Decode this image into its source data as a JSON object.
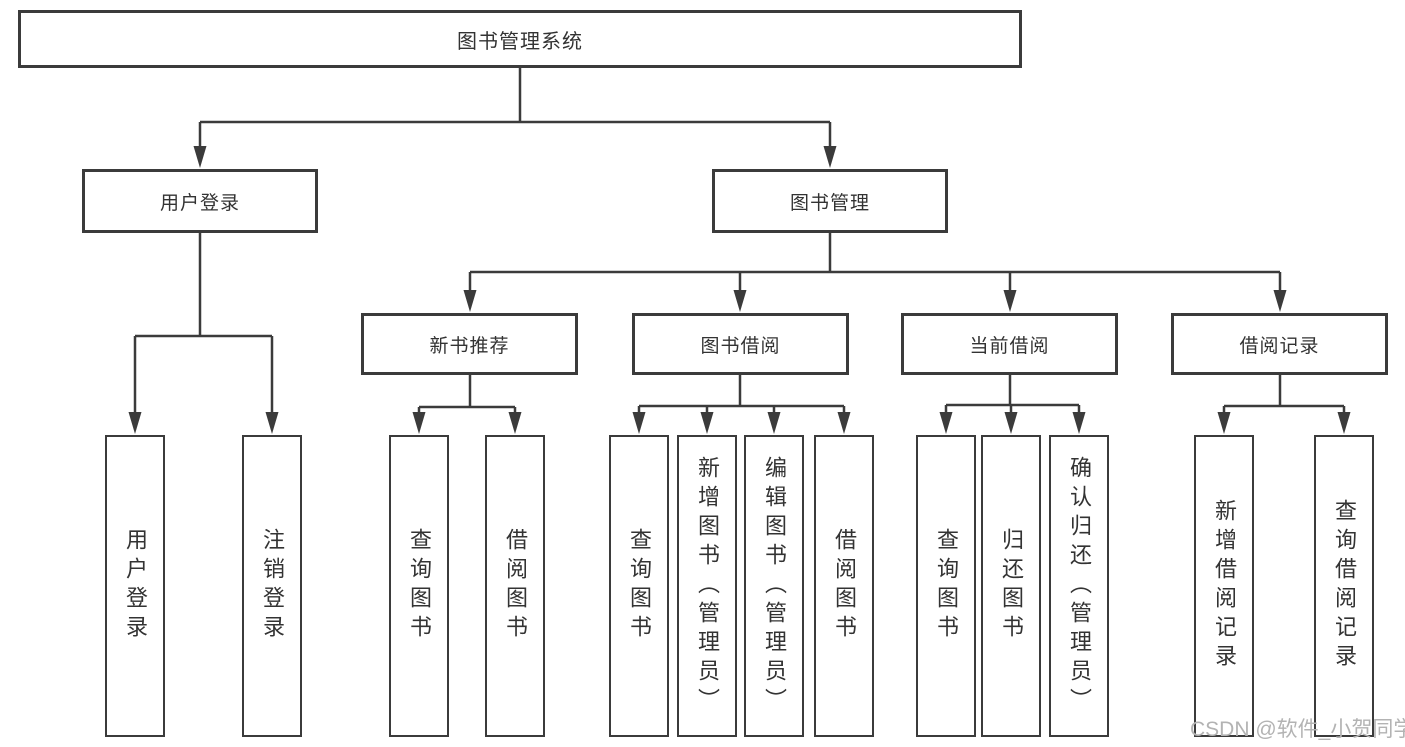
{
  "diagram": {
    "root": {
      "label": "图书管理系统"
    },
    "branches": [
      {
        "label": "用户登录"
      },
      {
        "label": "图书管理"
      }
    ],
    "modules": [
      {
        "label": "新书推荐"
      },
      {
        "label": "图书借阅"
      },
      {
        "label": "当前借阅"
      },
      {
        "label": "借阅记录"
      }
    ],
    "leaves": [
      {
        "label": "用户登录"
      },
      {
        "label": "注销登录"
      },
      {
        "label": "查询图书"
      },
      {
        "label": "借阅图书"
      },
      {
        "label": "查询图书"
      },
      {
        "label": "新增图书（管理员）"
      },
      {
        "label": "编辑图书（管理员）"
      },
      {
        "label": "借阅图书"
      },
      {
        "label": "查询图书"
      },
      {
        "label": "归还图书"
      },
      {
        "label": "确认归还（管理员）"
      },
      {
        "label": "新增借阅记录"
      },
      {
        "label": "查询借阅记录"
      }
    ]
  },
  "watermark": {
    "text": "CSDN @软件_小贺同学"
  },
  "colors": {
    "line": "#3b3b3b",
    "text": "#333333",
    "watermark": "#b3b3b3",
    "background": "#ffffff"
  }
}
